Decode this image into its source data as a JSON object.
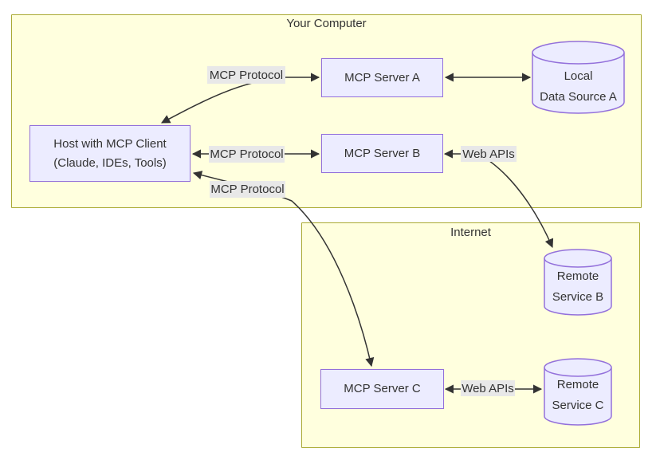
{
  "diagram": {
    "type": "architecture-flowchart",
    "clusters": [
      {
        "id": "your-computer",
        "label": "Your Computer"
      },
      {
        "id": "internet",
        "label": "Internet"
      }
    ],
    "nodes": {
      "host": {
        "line1": "Host with MCP Client",
        "line2": "(Claude, IDEs, Tools)",
        "shape": "rect"
      },
      "server_a": {
        "label": "MCP Server A",
        "shape": "rect"
      },
      "server_b": {
        "label": "MCP Server B",
        "shape": "rect"
      },
      "server_c": {
        "label": "MCP Server C",
        "shape": "rect"
      },
      "data_source_a": {
        "line1": "Local",
        "line2": "Data Source A",
        "shape": "cylinder"
      },
      "remote_b": {
        "line1": "Remote",
        "line2": "Service B",
        "shape": "cylinder"
      },
      "remote_c": {
        "line1": "Remote",
        "line2": "Service C",
        "shape": "cylinder"
      }
    },
    "edges": [
      {
        "from": "host",
        "to": "server_a",
        "label": "MCP Protocol",
        "bidirectional": true
      },
      {
        "from": "host",
        "to": "server_b",
        "label": "MCP Protocol",
        "bidirectional": true
      },
      {
        "from": "host",
        "to": "server_c",
        "label": "MCP Protocol",
        "bidirectional": true
      },
      {
        "from": "server_a",
        "to": "data_source_a",
        "label": "",
        "bidirectional": true
      },
      {
        "from": "server_b",
        "to": "remote_b",
        "label": "Web APIs",
        "bidirectional": true
      },
      {
        "from": "server_c",
        "to": "remote_c",
        "label": "Web APIs",
        "bidirectional": true
      }
    ],
    "colors": {
      "cluster_fill": "#ffffde",
      "cluster_border": "#aaaa33",
      "node_fill": "#ECECFF",
      "node_border": "#9370DB",
      "edge_stroke": "#333333",
      "edge_label_bg": "#e8e8e8",
      "text": "#333333",
      "background": "#ffffff"
    }
  }
}
